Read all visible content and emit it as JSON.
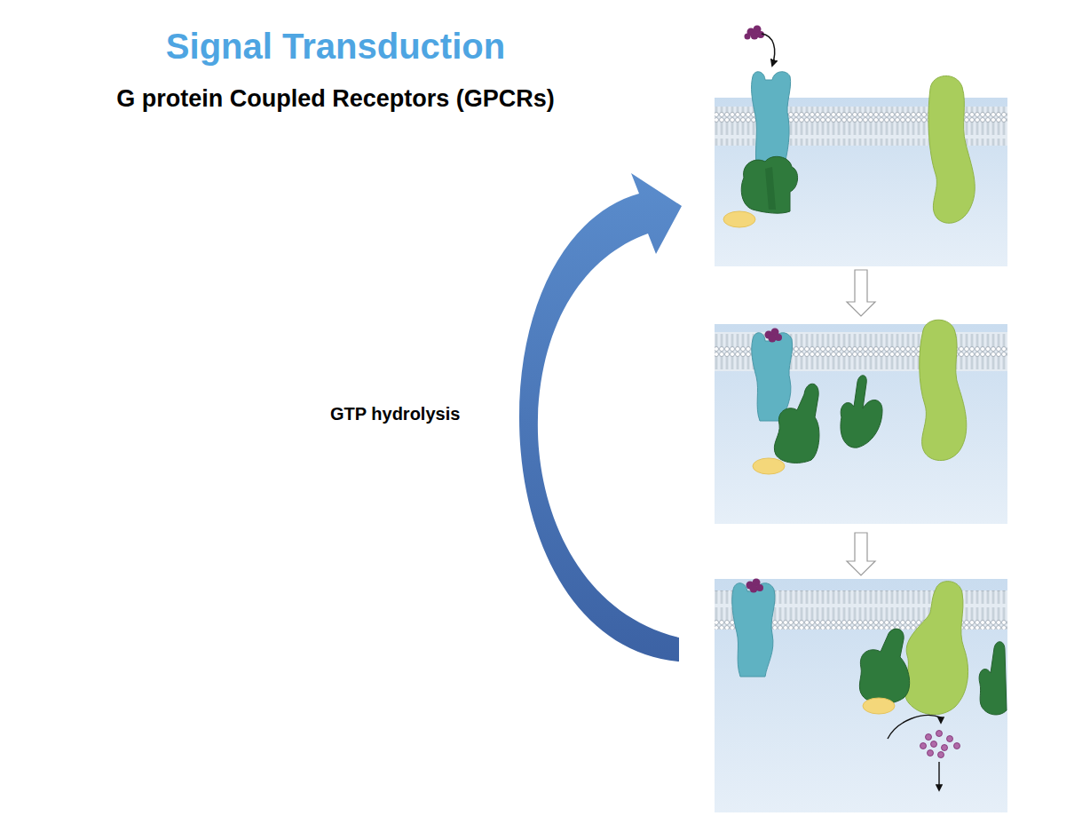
{
  "diagram": {
    "title": "Signal Transduction",
    "labels": [
      "G protein Coupled Receptors (GPCRs)",
      "GTP hydrolysis"
    ]
  }
}
